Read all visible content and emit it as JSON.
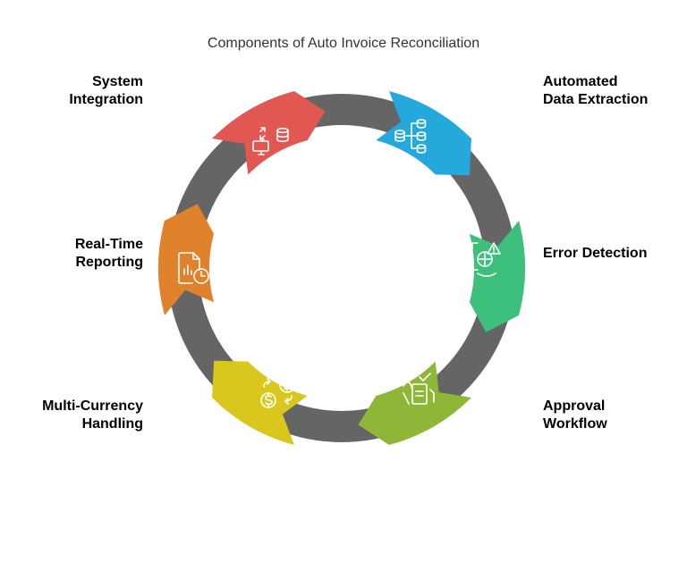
{
  "title": "Components of Auto Invoice Reconciliation",
  "colors": {
    "connector": "#656565",
    "system_integration": "#e15752",
    "automated_data_extraction": "#25a8db",
    "error_detection": "#3cc07c",
    "approval_workflow": "#8eb637",
    "multi_currency_handling": "#dac71e",
    "real_time_reporting": "#e0812c"
  },
  "components": [
    {
      "id": "system-integration",
      "lines": [
        "System",
        "Integration"
      ],
      "color": "#e15752",
      "icon": "database-monitor-sync-icon"
    },
    {
      "id": "automated-data-extraction",
      "lines": [
        "Automated",
        "Data Extraction"
      ],
      "color": "#25a8db",
      "icon": "database-hierarchy-icon"
    },
    {
      "id": "error-detection",
      "lines": [
        "Error Detection"
      ],
      "color": "#3cc07c",
      "icon": "scan-warning-icon"
    },
    {
      "id": "approval-workflow",
      "lines": [
        "Approval",
        "Workflow"
      ],
      "color": "#8eb637",
      "icon": "hand-document-check-icon"
    },
    {
      "id": "multi-currency-handling",
      "lines": [
        "Multi-Currency",
        "Handling"
      ],
      "color": "#dac71e",
      "icon": "currency-exchange-icon"
    },
    {
      "id": "real-time-reporting",
      "lines": [
        "Real-Time",
        "Reporting"
      ],
      "color": "#e0812c",
      "icon": "report-clock-icon"
    }
  ]
}
